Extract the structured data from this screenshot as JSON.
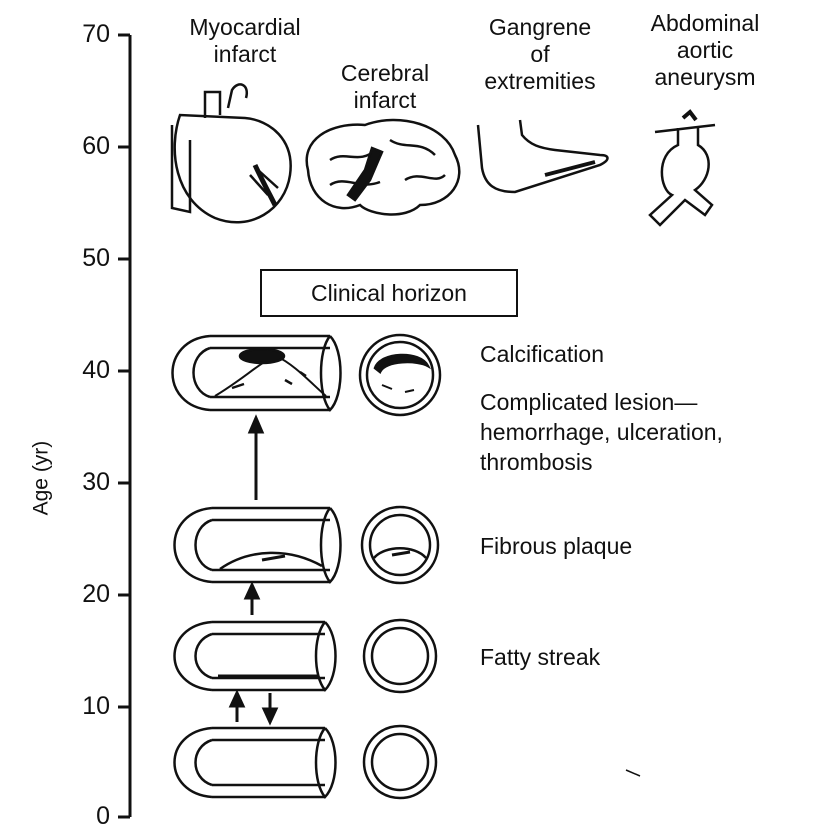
{
  "axis": {
    "title": "Age (yr)",
    "ticks": [
      "70",
      "60",
      "50",
      "40",
      "30",
      "20",
      "10",
      "0"
    ]
  },
  "outcomes": [
    {
      "label": "Myocardial infarct",
      "lines": [
        "Myocardial",
        "infarct"
      ],
      "icon": "heart-icon"
    },
    {
      "label": "Cerebral infarct",
      "lines": [
        "Cerebral",
        "infarct"
      ],
      "icon": "brain-icon"
    },
    {
      "label": "Gangrene of extremities",
      "lines": [
        "Gangrene",
        "of",
        "extremities"
      ],
      "icon": "foot-icon"
    },
    {
      "label": "Abdominal aortic aneurysm",
      "lines": [
        "Abdominal",
        "aortic",
        "aneurysm"
      ],
      "icon": "aneurysm-icon"
    }
  ],
  "clinical_horizon": "Clinical horizon",
  "stages": [
    {
      "lines": [
        "Calcification"
      ]
    },
    {
      "lines": [
        "Complicated lesion—",
        "hemorrhage, ulceration,",
        "thrombosis"
      ]
    },
    {
      "lines": [
        "Fibrous plaque"
      ]
    },
    {
      "lines": [
        "Fatty streak"
      ]
    }
  ],
  "colors": {
    "ink": "#111111",
    "background": "#ffffff"
  }
}
